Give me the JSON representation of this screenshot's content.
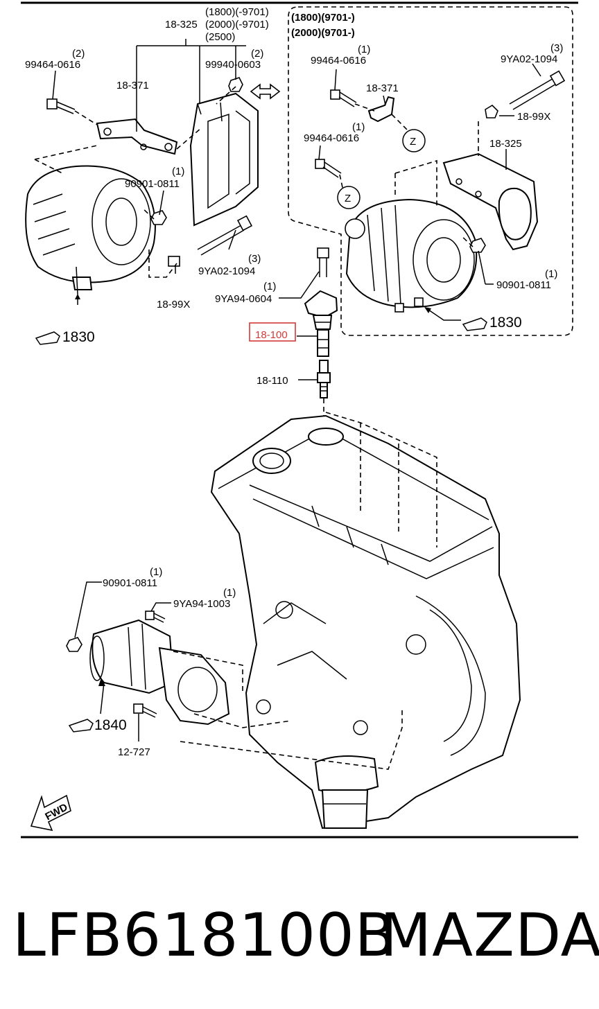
{
  "diagram": {
    "inset_heading": [
      "(1800)(9701-)",
      "(2000)(9701-)"
    ],
    "variant_note": [
      "(1800)(-9701)",
      "(2000)(-9701)",
      "(2500)"
    ],
    "highlighted_part": "18-100",
    "labels": {
      "p18_325_top": "18-325",
      "p99464_left": "99464-0616",
      "p99464_left_qty": "(2)",
      "p18_371_left": "18-371",
      "p99940": "99940-0603",
      "p99940_qty": "(2)",
      "p90901_left": "90901-0811",
      "p90901_left_qty": "(1)",
      "p9ya02_left": "9YA02-1094",
      "p9ya02_left_qty": "(3)",
      "p18_99x_left": "18-99X",
      "p1830_left": "1830",
      "p9ya94_0604": "9YA94-0604",
      "p9ya94_0604_qty": "(1)",
      "p18_110": "18-110",
      "p99464_in1": "99464-0616",
      "p99464_in1_qty": "(1)",
      "p18_371_in": "18-371",
      "p9ya02_in": "9YA02-1094",
      "p9ya02_in_qty": "(3)",
      "p18_99x_in": "18-99X",
      "p99464_in2": "99464-0616",
      "p99464_in2_qty": "(1)",
      "p18_325_in": "18-325",
      "z1": "Z",
      "z2": "Z",
      "p90901_in": "90901-0811",
      "p90901_in_qty": "(1)",
      "p1830_in": "1830",
      "p90901_low": "90901-0811",
      "p90901_low_qty": "(1)",
      "p9ya94_1003": "9YA94-1003",
      "p9ya94_1003_qty": "(1)",
      "p1840": "1840",
      "p12_727": "12-727",
      "fwd": "FWD"
    }
  },
  "footer": {
    "part_number": "LFB618100B",
    "brand": "MAZDA"
  },
  "colors": {
    "highlight": "#d23a3a",
    "line": "#000000",
    "background": "#ffffff"
  }
}
